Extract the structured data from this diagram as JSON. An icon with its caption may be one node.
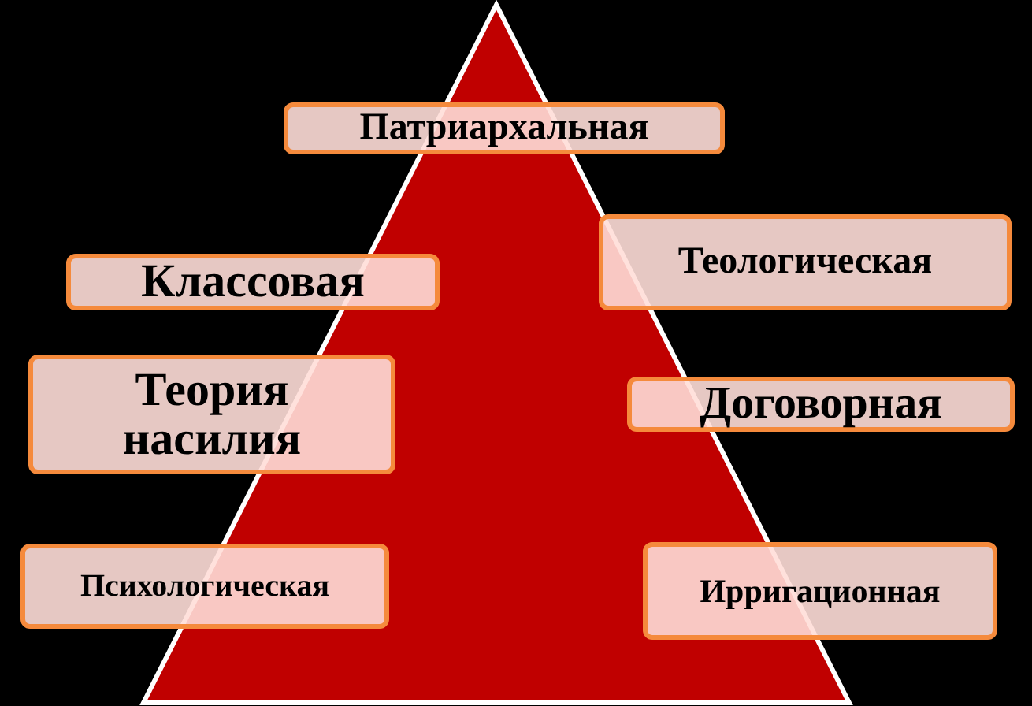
{
  "diagram": {
    "nodes": [
      {
        "text": [
          "Патриархальная"
        ]
      },
      {
        "text": [
          "Теологическая"
        ]
      },
      {
        "text": [
          "Классовая"
        ]
      },
      {
        "text": [
          "Теория насилия"
        ]
      },
      {
        "text": [
          "Договорная"
        ]
      },
      {
        "text": [
          "Психологическая"
        ]
      },
      {
        "text": [
          "Ирригационная"
        ]
      }
    ],
    "edges": []
  }
}
